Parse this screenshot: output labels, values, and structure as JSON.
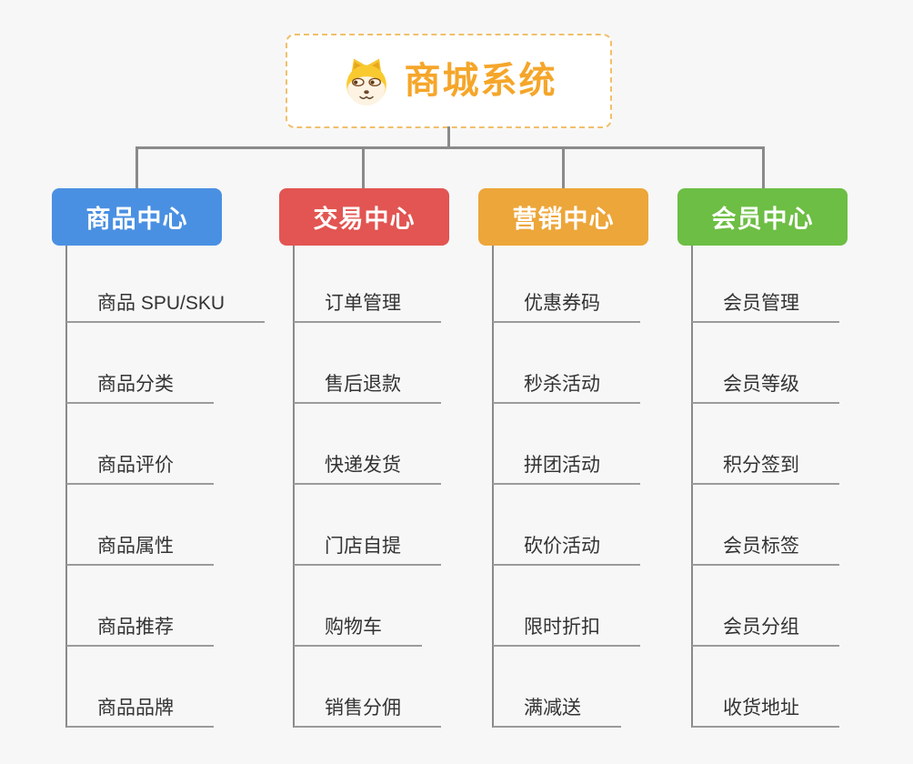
{
  "root": {
    "label": "商城系统",
    "icon": "dog-face-icon",
    "text_color": "#f5a62a",
    "border_color": "#f0c06a"
  },
  "connector_color": "#8a8a8a",
  "branches": [
    {
      "label": "商品中心",
      "color": "#4a90e2",
      "items": [
        "商品 SPU/SKU",
        "商品分类",
        "商品评价",
        "商品属性",
        "商品推荐",
        "商品品牌"
      ]
    },
    {
      "label": "交易中心",
      "color": "#e25552",
      "items": [
        "订单管理",
        "售后退款",
        "快递发货",
        "门店自提",
        "购物车",
        "销售分佣"
      ]
    },
    {
      "label": "营销中心",
      "color": "#eda63a",
      "items": [
        "优惠券码",
        "秒杀活动",
        "拼团活动",
        "砍价活动",
        "限时折扣",
        "满减送"
      ]
    },
    {
      "label": "会员中心",
      "color": "#6dbe45",
      "items": [
        "会员管理",
        "会员等级",
        "积分签到",
        "会员标签",
        "会员分组",
        "收货地址"
      ]
    }
  ]
}
